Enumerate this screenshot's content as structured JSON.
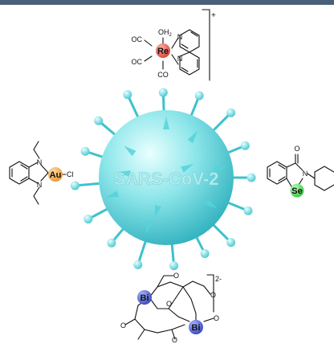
{
  "virus": {
    "label": "SARS-CoV-2",
    "colors": {
      "body_light": "#e9ffff",
      "body_mid": "#7fe3e8",
      "body_dark": "#2fb7c4",
      "label": "#b4ecef",
      "spike": "#55d2da"
    }
  },
  "complexes": {
    "rhenium": {
      "metal": "Re",
      "metal_color": "#e8584a",
      "ligands": {
        "oc_top": "OC",
        "oc_bottom": "OC",
        "co": "CO",
        "water": "OH",
        "water_sub": "2"
      },
      "nitrogen_top": "N",
      "nitrogen_bottom": "N",
      "charge": "+"
    },
    "gold": {
      "metal": "Au",
      "metal_color": "#f0ac5a",
      "halide": "Cl",
      "nitrogen_top": "N",
      "nitrogen_bottom": "N"
    },
    "selenium": {
      "atom": "Se",
      "atom_color": "#4fdc5a",
      "oxygen": "O",
      "nitrogen": "N"
    },
    "bismuth": {
      "metal": "Bi",
      "metal_color": "#4f63d6",
      "oxygen": "O",
      "charge": "2-"
    }
  }
}
